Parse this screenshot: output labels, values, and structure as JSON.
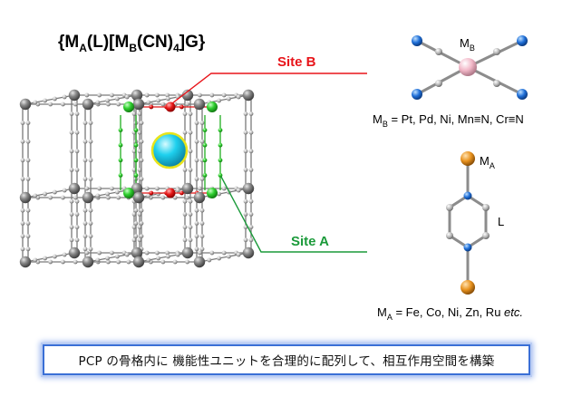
{
  "formula": {
    "open": "{M",
    "sub_a": "A",
    "mid1": "(L)[M",
    "sub_b": "B",
    "mid2": "(CN)",
    "sub_4": "4",
    "end": "]G}"
  },
  "site_b": {
    "label": "Site B"
  },
  "site_a": {
    "label": "Site A"
  },
  "mb_unit": {
    "atom_letter": "M",
    "atom_sub": "B",
    "caption_prefix": "M",
    "caption_sub": "B",
    "caption_rest": " = Pt, Pd, Ni, Mn≡N, Cr≡N"
  },
  "ma_unit": {
    "top_letter": "M",
    "top_sub": "A",
    "ligand_label": "L",
    "caption_prefix": "M",
    "caption_sub": "A",
    "caption_rest": " = Fe, Co, Ni, Zn, Ru ",
    "caption_etc": "etc."
  },
  "caption": {
    "text": "PCP の骨格内に 機能性ユニットを合理的に配列して、相互作用空間を構築"
  },
  "colors": {
    "site_b": "#e8141a",
    "site_a": "#1b9a3a",
    "frame_atom": "#6b6b6b",
    "guest": "#19c8e6",
    "mb_atom": "#f2b8c8",
    "ma_atom": "#e8921e",
    "nitrogen": "#1f6fd8",
    "caption_border": "#3a6fd6"
  }
}
